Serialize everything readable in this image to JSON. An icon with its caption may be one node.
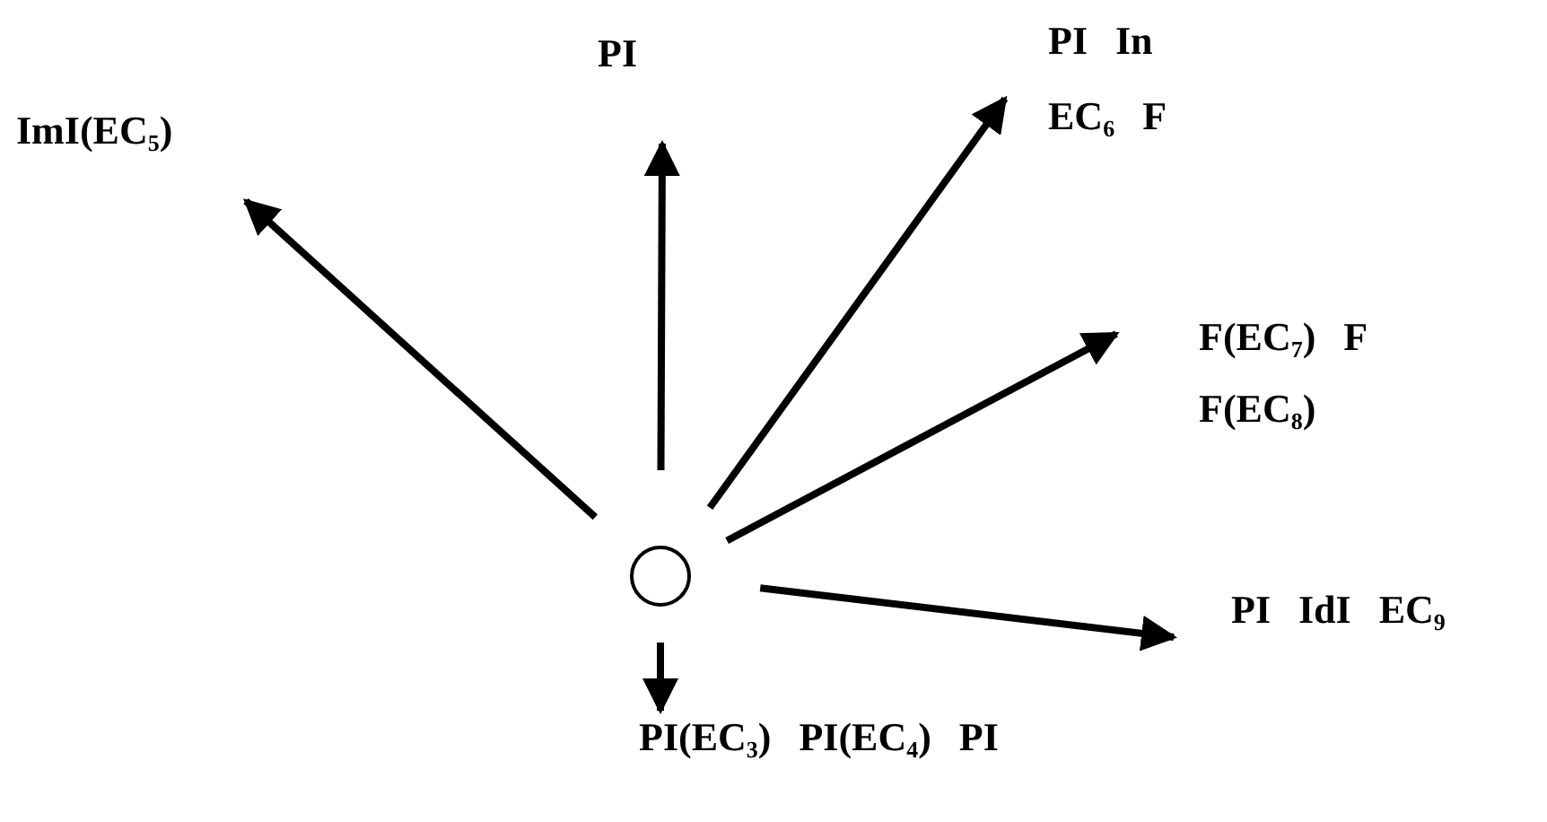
{
  "diagram": {
    "nodes": [
      {
        "text": [],
        "shape": "circle"
      },
      {
        "text": [
          "ImI(EC$_{5}$)"
        ]
      },
      {
        "text": [
          "PI"
        ]
      },
      {
        "text": [
          "PI In",
          "EC$_{6}$ F"
        ]
      },
      {
        "text": [
          "F(EC$_{7}$) F",
          "F(EC$_{8}$)"
        ]
      },
      {
        "text": [
          "PI IdI EC$_{9}$"
        ]
      },
      {
        "text": [
          "PI(EC$_{3}$) PI(EC$_{4}$) PI"
        ]
      }
    ],
    "edges": [
      {
        "from": 0,
        "to": 1,
        "arrow": "to"
      },
      {
        "from": 0,
        "to": 2,
        "arrow": "to"
      },
      {
        "from": 0,
        "to": 3,
        "arrow": "to"
      },
      {
        "from": 0,
        "to": 4,
        "arrow": "to"
      },
      {
        "from": 0,
        "to": 5,
        "arrow": "to"
      },
      {
        "from": 0,
        "to": 6,
        "arrow": "to"
      }
    ]
  }
}
